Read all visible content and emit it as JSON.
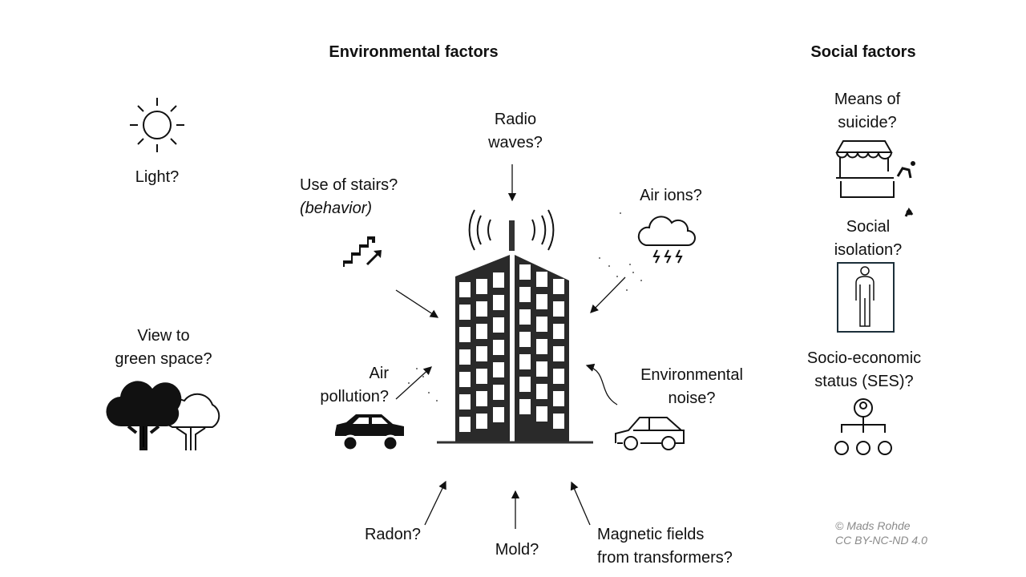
{
  "headings": {
    "environmental": "Environmental factors",
    "social": "Social factors"
  },
  "environmental": {
    "light": "Light?",
    "radio_waves": [
      "Radio",
      "waves?"
    ],
    "stairs": [
      "Use of stairs?",
      "(behavior)"
    ],
    "air_ions": "Air ions?",
    "green_space": [
      "View to",
      "green space?"
    ],
    "air_pollution": [
      "Air",
      "pollution?"
    ],
    "noise": [
      "Environmental",
      "noise?"
    ],
    "radon": "Radon?",
    "mold": "Mold?",
    "magnetic": [
      "Magnetic fields",
      "from transformers?"
    ]
  },
  "social": {
    "suicide": [
      "Means of",
      "suicide?"
    ],
    "isolation": [
      "Social",
      "isolation?"
    ],
    "ses": [
      "Socio-economic",
      "status (SES)?"
    ]
  },
  "credit": [
    "© Mads Rohde",
    "CC BY-NC-ND 4.0"
  ]
}
